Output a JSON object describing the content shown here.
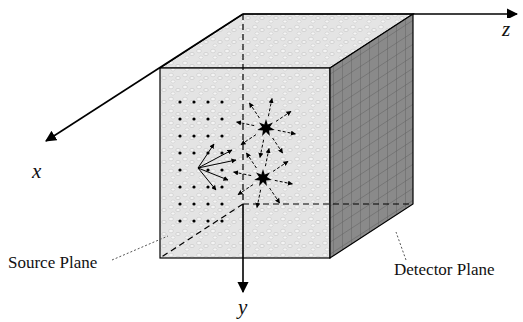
{
  "diagram": {
    "labels": [
      "x",
      "y",
      "z",
      "Source Plane",
      "Detector Plane"
    ]
  }
}
